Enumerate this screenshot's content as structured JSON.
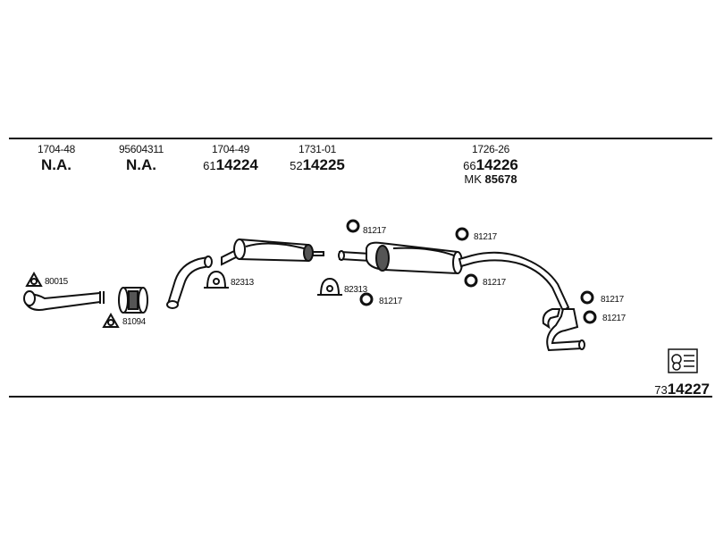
{
  "columns": [
    {
      "code": "1704-48",
      "value": "N.A."
    },
    {
      "code": "95604311",
      "value": "N.A."
    },
    {
      "code": "1704-49",
      "prefix": "61",
      "number": "14224"
    },
    {
      "code": "1731-01",
      "prefix": "52",
      "number": "14225"
    },
    {
      "code": "1726-26",
      "prefix": "66",
      "number": "14226",
      "mk_prefix": "MK",
      "mk_number": "85678"
    }
  ],
  "labels": {
    "gasket_front": "80015",
    "gasket_lower": "81094",
    "clamp_1": "82313",
    "clamp_2": "82313",
    "ring_a": "81217",
    "ring_b": "81217",
    "ring_c": "81217",
    "ring_d": "81217",
    "ring_e": "81217",
    "ring_f": "81217"
  },
  "kit": {
    "prefix": "73",
    "number": "14227"
  },
  "colors": {
    "line": "#111111",
    "pipe_fill": "#ffffff",
    "muffler_shade": "#555555"
  }
}
